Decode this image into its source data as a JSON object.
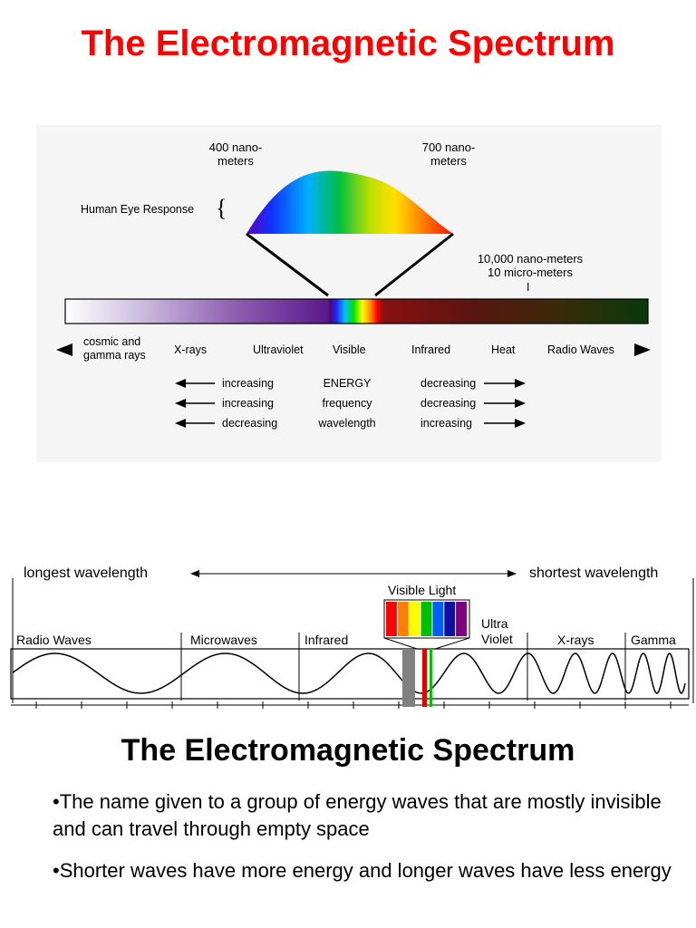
{
  "title": "The Electromagnetic Spectrum",
  "diagram1": {
    "label_400": "400 nano-\nmeters",
    "label_700": "700 nano-\nmeters",
    "human_eye": "Human Eye Response",
    "brace": "{",
    "label_10000": "10,000 nano-meters\n10 micro-meters",
    "tick_mark": "I",
    "regions": [
      "cosmic and\ngamma rays",
      "X-rays",
      "Ultraviolet",
      "Visible",
      "Infrared",
      "Heat",
      "Radio Waves"
    ],
    "rows": [
      {
        "left": "increasing",
        "center": "ENERGY",
        "right": "decreasing"
      },
      {
        "left": "increasing",
        "center": "frequency",
        "right": "decreasing"
      },
      {
        "left": "decreasing",
        "center": "wavelength",
        "right": "increasing"
      }
    ]
  },
  "diagram2": {
    "longest": "longest wavelength",
    "shortest": "shortest wavelength",
    "visible_light": "Visible Light",
    "bands": [
      "Radio Waves",
      "Microwaves",
      "Infrared",
      "Ultra\nViolet",
      "X-rays",
      "Gamma"
    ],
    "swatch_colors": [
      "#ff0000",
      "#ff8000",
      "#ffff00",
      "#00c000",
      "#0060ff",
      "#1010a0",
      "#800080"
    ]
  },
  "section_title": "The Electromagnetic Spectrum",
  "bullets": [
    "•The name given to a group of energy waves that are mostly invisible and can travel through empty space",
    "•Shorter waves have more energy and longer waves have less energy"
  ]
}
